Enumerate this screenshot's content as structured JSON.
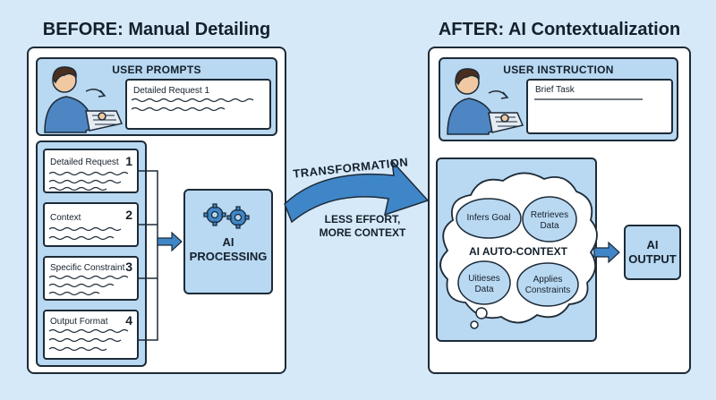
{
  "before": {
    "title": "BEFORE: Manual Detailing",
    "prompts_label": "USER PROMPTS",
    "request_text": "Detailed Request 1",
    "items": [
      {
        "label": "Detailed Request",
        "number": "1"
      },
      {
        "label": "Context",
        "number": "2"
      },
      {
        "label": "Specific Constraint",
        "number": "3"
      },
      {
        "label": "Output Format",
        "number": "4"
      }
    ],
    "processing_line1": "AI",
    "processing_line2": "PROCESSING"
  },
  "middle": {
    "transformation": "TRANSFORMATION",
    "note_line1": "LESS EFFORT,",
    "note_line2": "MORE CONTEXT"
  },
  "after": {
    "title": "AFTER: AI Contextualization",
    "instruction_label": "USER INSTRUCTION",
    "task_text": "Brief Task",
    "auto_context": "AI AUTO-CONTEXT",
    "bubbles": [
      {
        "line1": "Infers Goal",
        "line2": ""
      },
      {
        "line1": "Retrieves",
        "line2": "Data"
      },
      {
        "line1": "Uitieses",
        "line2": "Data"
      },
      {
        "line1": "Applies",
        "line2": "Constraints"
      }
    ],
    "output_line1": "AI",
    "output_line2": "OUTPUT"
  },
  "colors": {
    "background": "#d6e9f8",
    "panel": "#ffffff",
    "light_blue": "#b9d8f1",
    "accent_blue": "#3f86c8",
    "outline": "#1d2b38",
    "shirt": "#4d86c3",
    "skin": "#f0c9a2",
    "hair": "#4a2f1e"
  }
}
